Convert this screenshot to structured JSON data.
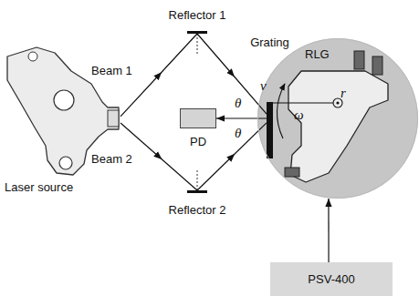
{
  "diagram": {
    "nodes": [
      {
        "text": [
          "Laser source"
        ]
      },
      {
        "text": [
          "Reflector 1"
        ]
      },
      {
        "text": [
          "Reflector 2"
        ]
      },
      {
        "text": [
          "Grating"
        ]
      },
      {
        "text": [
          "PD"
        ]
      },
      {
        "text": [
          "RLG"
        ]
      },
      {
        "text": [
          "PSV-400"
        ]
      }
    ],
    "edges": [
      {
        "from": 0,
        "to": 1,
        "label": "Beam 1",
        "arrow": "to"
      },
      {
        "from": 1,
        "to": 3,
        "arrow": "to"
      },
      {
        "from": 0,
        "to": 2,
        "label": "Beam 2",
        "arrow": "to"
      },
      {
        "from": 2,
        "to": 3,
        "arrow": "to"
      },
      {
        "from": 3,
        "to": 4,
        "arrow": "to"
      },
      {
        "from": 6,
        "to": 5,
        "arrow": "to"
      }
    ],
    "labels": [
      "θ",
      "θ",
      "v",
      "r",
      "ω"
    ]
  }
}
